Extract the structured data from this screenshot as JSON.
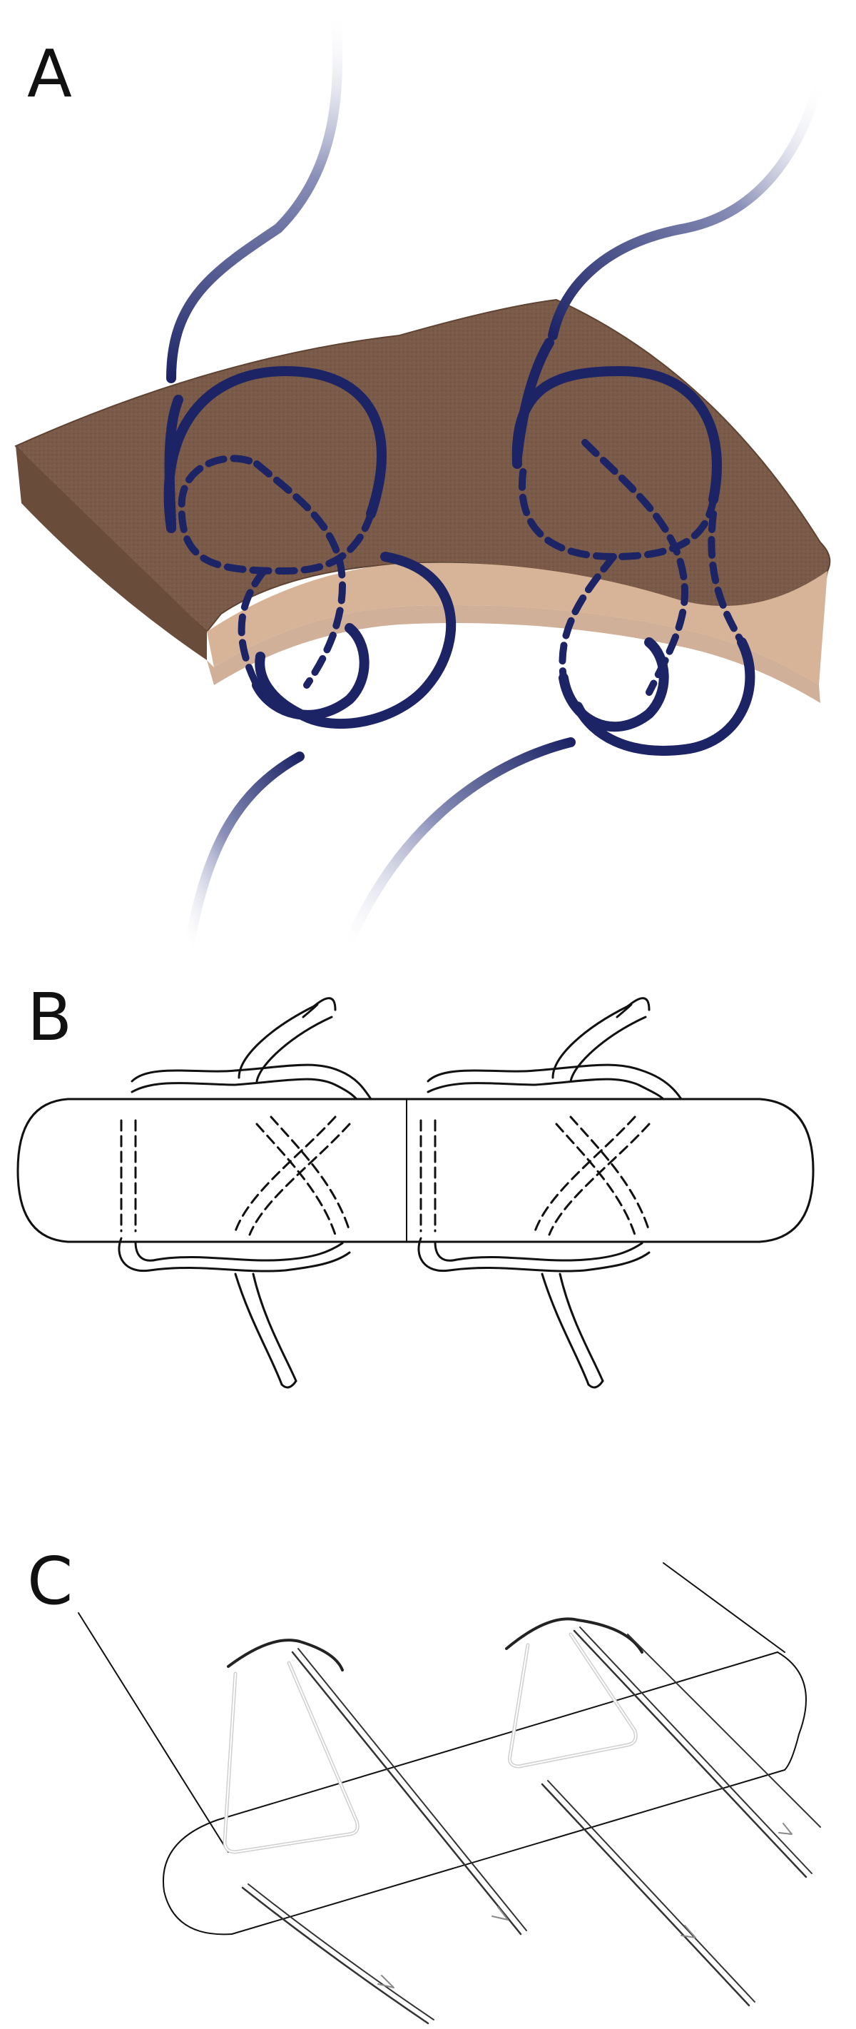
{
  "panels": [
    {
      "id": "A",
      "label": "A",
      "style": "tissue block with blue suture loops"
    },
    {
      "id": "B",
      "label": "B",
      "style": "line drawing of suture around tendon"
    },
    {
      "id": "C",
      "label": "C",
      "style": "wire loops around cylinder"
    }
  ],
  "colors": {
    "suture_blue": "#1c2466",
    "tissue_top": "#7a5a48",
    "tissue_side": "#d7b497",
    "tissue_edge": "#5e4333",
    "line_black": "#111111",
    "wire_gray": "#c8c8c8"
  }
}
